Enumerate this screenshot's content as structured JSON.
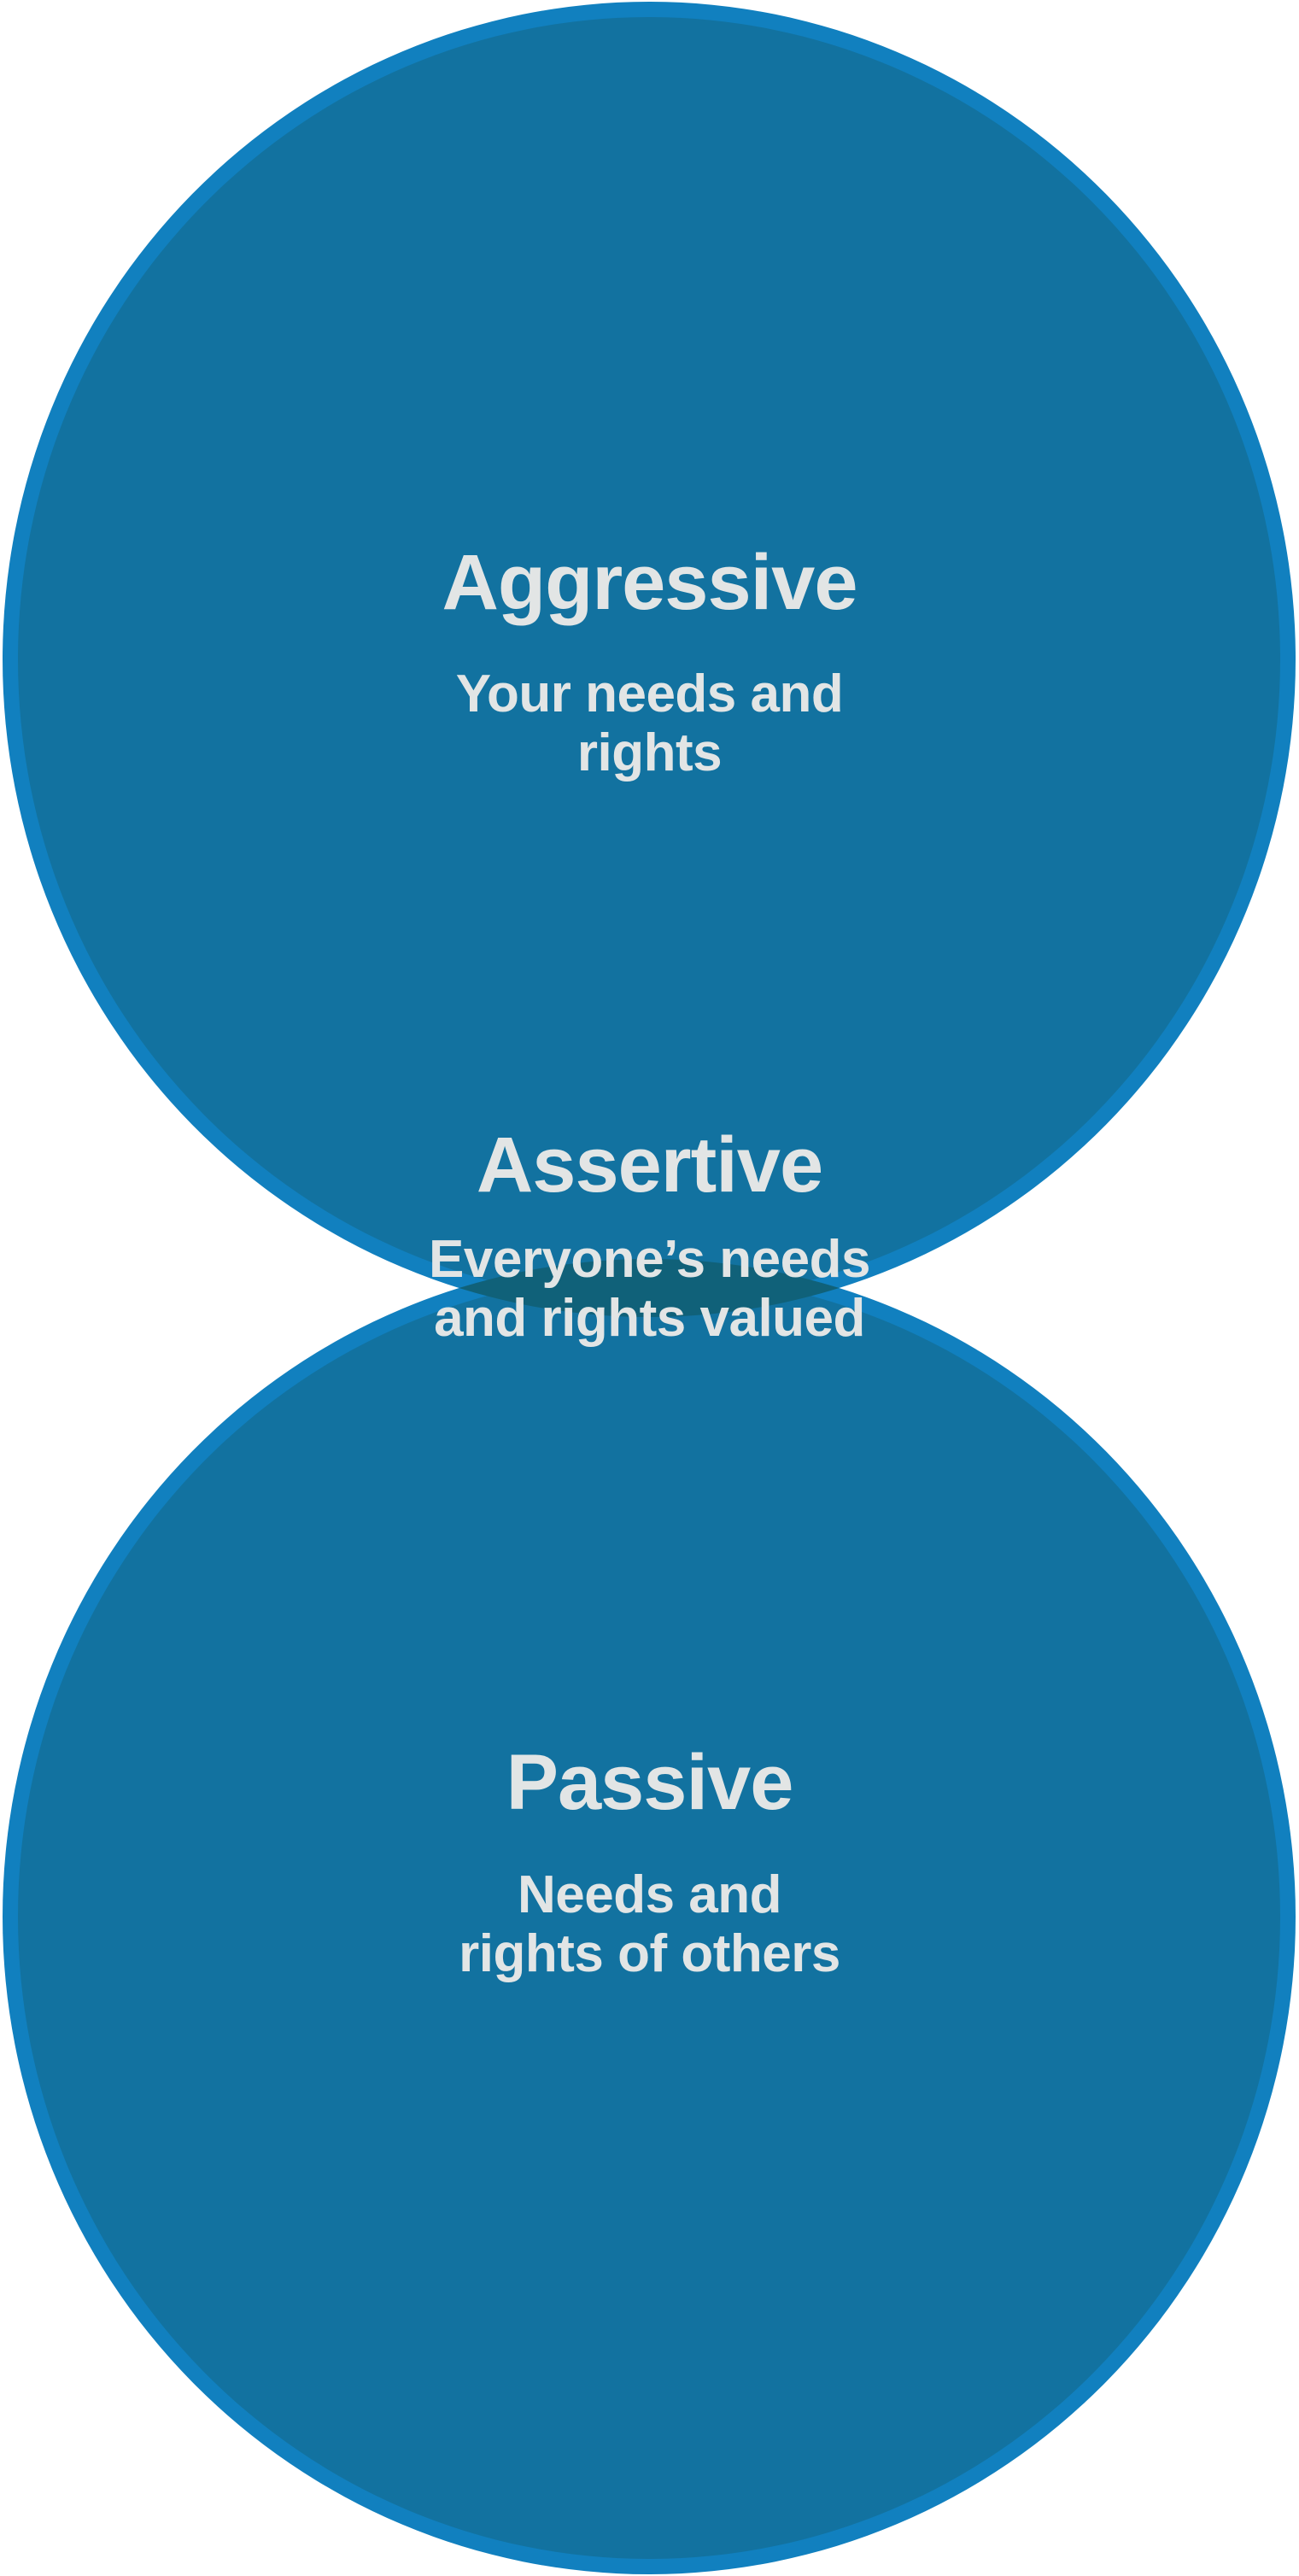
{
  "diagram": {
    "type": "venn",
    "orientation": "vertical",
    "colors": {
      "background": "#ffffff",
      "circle_stroke": "#1180bf",
      "circle_fill": "#1272a0",
      "overlap_fill": "#106179",
      "text": "#e2e5e5"
    },
    "regions": [
      {
        "id": "aggressive",
        "name": "Aggressive",
        "title": "Aggressive",
        "description_lines": [
          "Your needs and",
          "rights"
        ],
        "position": "top"
      },
      {
        "id": "assertive",
        "name": "Assertive",
        "title": "Assertive",
        "description_lines": [
          "Everyone’s needs",
          "and rights valued"
        ],
        "position": "overlap"
      },
      {
        "id": "passive",
        "name": "Passive",
        "title": "Passive",
        "description_lines": [
          "Needs and",
          "rights of others"
        ],
        "position": "bottom"
      }
    ]
  }
}
